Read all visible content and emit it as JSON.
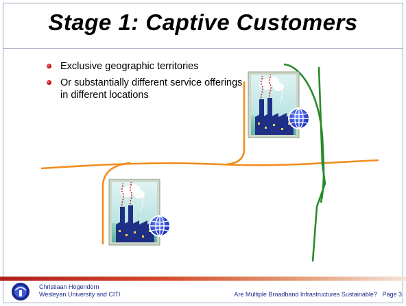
{
  "slide": {
    "title": "Stage 1: Captive Customers",
    "bullets": [
      "Exclusive geographic territories",
      "Or substantially different service offerings in different locations"
    ]
  },
  "footer": {
    "author_name": "Christiaan Hogendorn",
    "author_affiliation": "Wesleyan University and CITI",
    "talk_title": "Are Multiple Broadband Infrastructures Sustainable?",
    "page_label": "Page 3"
  },
  "colors": {
    "orange_network": "#f28c1e",
    "green_network": "#2a8a2a",
    "footer_text": "#1a2a8a",
    "bullet": "#c00000"
  },
  "icons": [
    "factory-globe-icon",
    "factory-globe-icon",
    "university-logo-icon"
  ]
}
